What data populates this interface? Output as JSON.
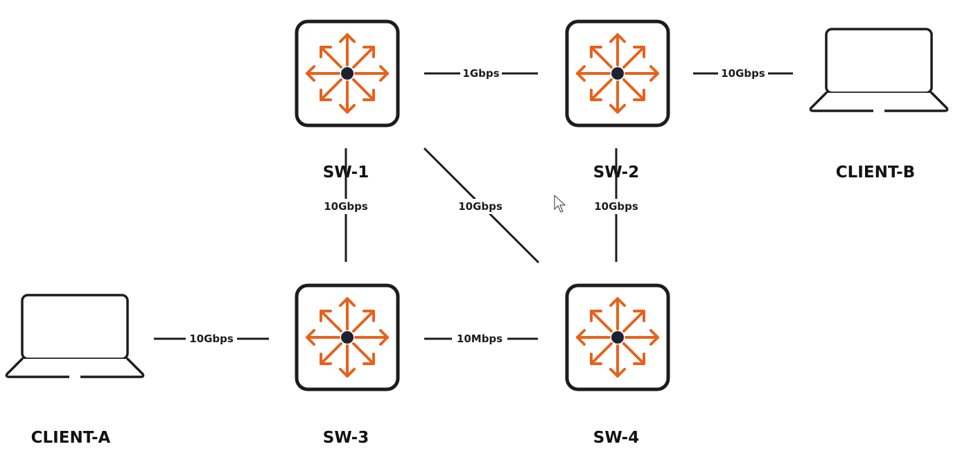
{
  "nodes": {
    "sw1": {
      "label": "SW-1",
      "icon": "switch-icon"
    },
    "sw2": {
      "label": "SW-2",
      "icon": "switch-icon"
    },
    "sw3": {
      "label": "SW-3",
      "icon": "switch-icon"
    },
    "sw4": {
      "label": "SW-4",
      "icon": "switch-icon"
    },
    "client_a": {
      "label": "CLIENT-A",
      "icon": "laptop-icon"
    },
    "client_b": {
      "label": "CLIENT-B",
      "icon": "laptop-icon"
    }
  },
  "links": {
    "sw1_sw2": {
      "from": "SW-1",
      "to": "SW-2",
      "speed": "1Gbps"
    },
    "sw2_client_b": {
      "from": "SW-2",
      "to": "CLIENT-B",
      "speed": "10Gbps"
    },
    "sw1_sw3": {
      "from": "SW-1",
      "to": "SW-3",
      "speed": "10Gbps"
    },
    "sw1_sw4": {
      "from": "SW-1",
      "to": "SW-4",
      "speed": "10Gbps"
    },
    "sw2_sw4": {
      "from": "SW-2",
      "to": "SW-4",
      "speed": "10Gbps"
    },
    "client_a_sw3": {
      "from": "CLIENT-A",
      "to": "SW-3",
      "speed": "10Gbps"
    },
    "sw3_sw4": {
      "from": "SW-3",
      "to": "SW-4",
      "speed": "10Mbps"
    }
  },
  "colors": {
    "accent": "#e8611b",
    "hub": "#1e2230",
    "line": "#1c1c1c"
  }
}
